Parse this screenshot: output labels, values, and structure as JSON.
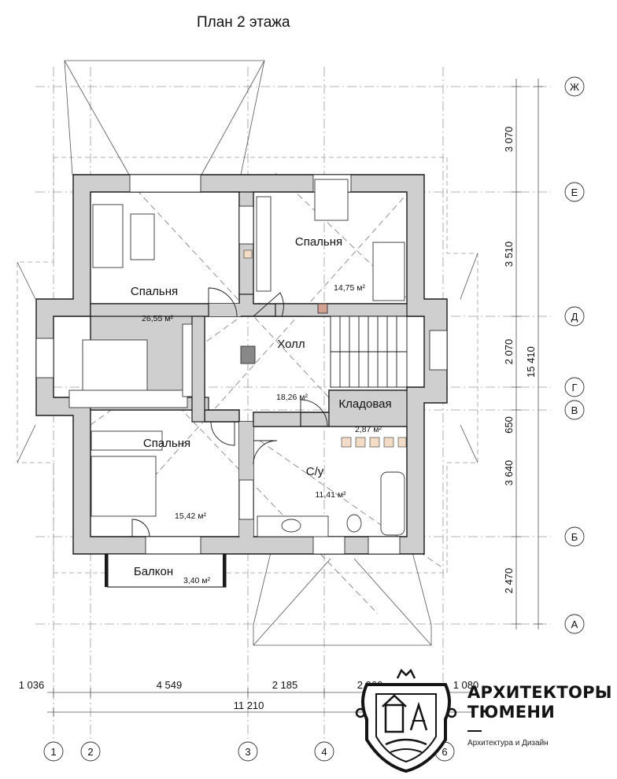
{
  "title": "План 2 этажа",
  "rooms": [
    {
      "name": "Спальня",
      "area": "26,55 м²"
    },
    {
      "name": "Спальня",
      "area": "14,75 м²"
    },
    {
      "name": "Холл",
      "area": "18,26 м²"
    },
    {
      "name": "Кладовая",
      "area": "2,87 м²"
    },
    {
      "name": "Спальня",
      "area": "15,42 м²"
    },
    {
      "name": "С/у",
      "area": "11,41 м²"
    },
    {
      "name": "Балкон",
      "area": "3,40 м²"
    }
  ],
  "axis_letters": [
    "Ж",
    "Е",
    "Д",
    "Г",
    "В",
    "Б",
    "А"
  ],
  "axis_numbers": [
    "1",
    "2",
    "3",
    "4",
    "6"
  ],
  "vertical_dims": [
    "3 070",
    "3 510",
    "2 070",
    "650",
    "3 640",
    "2 470"
  ],
  "vertical_total": "15 410",
  "horizontal_dims": [
    "1 036",
    "4 549",
    "2 185",
    "2 360",
    "1 080"
  ],
  "horizontal_total": "11 210",
  "brand": {
    "line1": "АРХИТЕКТОРЫ",
    "line2": "ТЮМЕНИ",
    "tagline": "Архитектура и Дизайн"
  },
  "colors": {
    "wall": "#cfcfcf",
    "wall_edge": "#1a1a1a",
    "dim": "#888888"
  }
}
